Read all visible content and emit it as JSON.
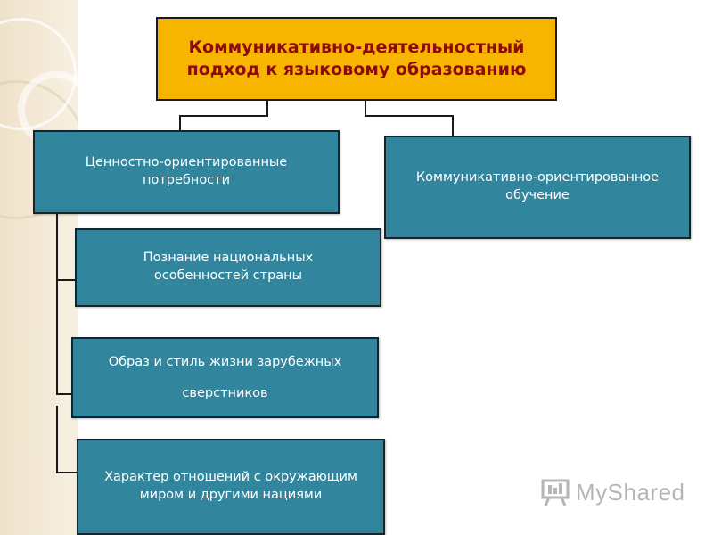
{
  "title": "Коммуникативно-деятельностный\nподход к языковому образованию",
  "branches": {
    "left": "Ценностно-ориентированные\nпотребности",
    "right": "Коммуникативно-ориентированное\nобучение"
  },
  "sub_items": [
    "Познание национальных\nособенностей страны",
    "Образ и стиль жизни зарубежных\nсверстников",
    "Характер отношений с окружающим\nмиром и другими нациями"
  ],
  "watermark": {
    "text": "MyShared",
    "icon": "presentation-board-icon"
  },
  "colors": {
    "main_fill": "#f7b500",
    "main_text": "#8b0a0a",
    "box_fill": "#31859c",
    "box_text": "#ffffff",
    "connector": "#1a1a1a",
    "side_strip": "#f3ead8"
  }
}
